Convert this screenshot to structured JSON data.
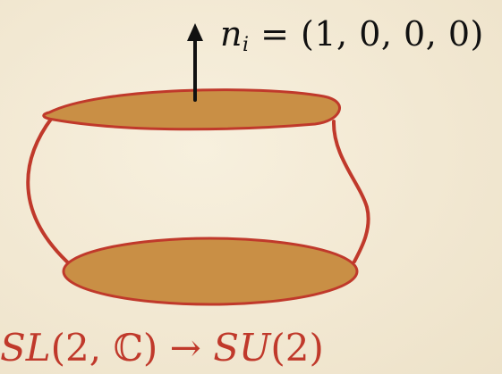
{
  "normal_vector": {
    "symbol": "n",
    "subscript": "i",
    "equation": " = (1, 0, 0, 0)"
  },
  "group_map": {
    "from": "SL",
    "from_args": "(2, ℂ)",
    "arrow": " → ",
    "to": "SU",
    "to_args": "(2)"
  },
  "colors": {
    "background": "#f3ead5",
    "disk_fill": "#c98f45",
    "boundary": "#c0392b",
    "arrow": "#111111",
    "text": "#111111",
    "group_text": "#c0392b"
  }
}
